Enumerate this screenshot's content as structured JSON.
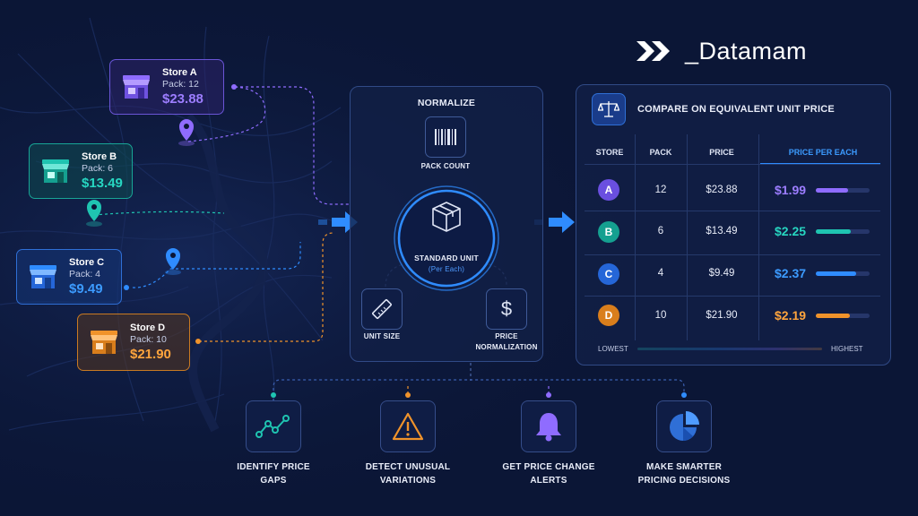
{
  "brand": {
    "name": "_Datamam"
  },
  "stores": [
    {
      "name": "Store A",
      "pack": "Pack: 12",
      "price": "$23.88",
      "color": "#8f6cff"
    },
    {
      "name": "Store B",
      "pack": "Pack: 6",
      "price": "$13.49",
      "color": "#1fc4b1"
    },
    {
      "name": "Store C",
      "pack": "Pack: 4",
      "price": "$9.49",
      "color": "#2f8cff"
    },
    {
      "name": "Store D",
      "pack": "Pack: 10",
      "price": "$21.90",
      "color": "#f0932b"
    }
  ],
  "normalize": {
    "title": "NORMALIZE",
    "pack_count": "PACK COUNT",
    "standard_unit": "STANDARD UNIT",
    "per_each": "(Per Each)",
    "unit_size": "UNIT SIZE",
    "price_norm_1": "PRICE",
    "price_norm_2": "NORMALIZATION"
  },
  "compare": {
    "title": "COMPARE ON EQUIVALENT UNIT PRICE",
    "headers": {
      "store": "STORE",
      "pack": "PACK",
      "price": "PRICE",
      "ppe": "PRICE PER EACH"
    },
    "rows": [
      {
        "letter": "A",
        "pack": "12",
        "price": "$23.88",
        "ppe": "$1.99",
        "bar": 0.6,
        "color": "#8f6cff"
      },
      {
        "letter": "B",
        "pack": "6",
        "price": "$13.49",
        "ppe": "$2.25",
        "bar": 0.65,
        "color": "#1fc4b1"
      },
      {
        "letter": "C",
        "pack": "4",
        "price": "$9.49",
        "ppe": "$2.37",
        "bar": 0.75,
        "color": "#2f8cff"
      },
      {
        "letter": "D",
        "pack": "10",
        "price": "$21.90",
        "ppe": "$2.19",
        "bar": 0.63,
        "color": "#f0932b"
      }
    ],
    "scale_low": "LOWEST",
    "scale_high": "HIGHEST"
  },
  "actions": [
    {
      "line1": "IDENTIFY PRICE",
      "line2": "GAPS",
      "icon": "trend-line-icon",
      "color": "#1fc4b1"
    },
    {
      "line1": "DETECT UNUSUAL",
      "line2": "VARIATIONS",
      "icon": "warning-icon",
      "color": "#f0932b"
    },
    {
      "line1": "GET PRICE CHANGE",
      "line2": "ALERTS",
      "icon": "bell-icon",
      "color": "#8f6cff"
    },
    {
      "line1": "MAKE SMARTER",
      "line2": "PRICING DECISIONS",
      "icon": "pie-chart-icon",
      "color": "#2f8cff"
    }
  ]
}
